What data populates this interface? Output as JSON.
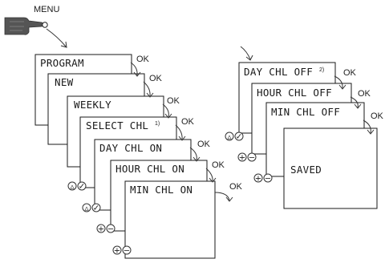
{
  "menu_label": "MENU",
  "ok_label": "OK",
  "left_screens": [
    {
      "text": "PROGRAM"
    },
    {
      "text": "NEW"
    },
    {
      "text": "WEEKLY"
    },
    {
      "text": "SELECT CHL",
      "note": "1)"
    },
    {
      "text": "DAY CHL ON"
    },
    {
      "text": "HOUR CHL ON"
    },
    {
      "text": "MIN CHL ON"
    }
  ],
  "right_screens": [
    {
      "text": "DAY CHL OFF",
      "note": "2)"
    },
    {
      "text": "HOUR CHL OFF"
    },
    {
      "text": "MIN CHL OFF"
    },
    {
      "text": "SAVED"
    }
  ],
  "button_icons": {
    "up_confirm": [
      "up-triangle-icon",
      "check-icon"
    ],
    "plus_minus": [
      "plus-icon",
      "minus-icon"
    ]
  }
}
